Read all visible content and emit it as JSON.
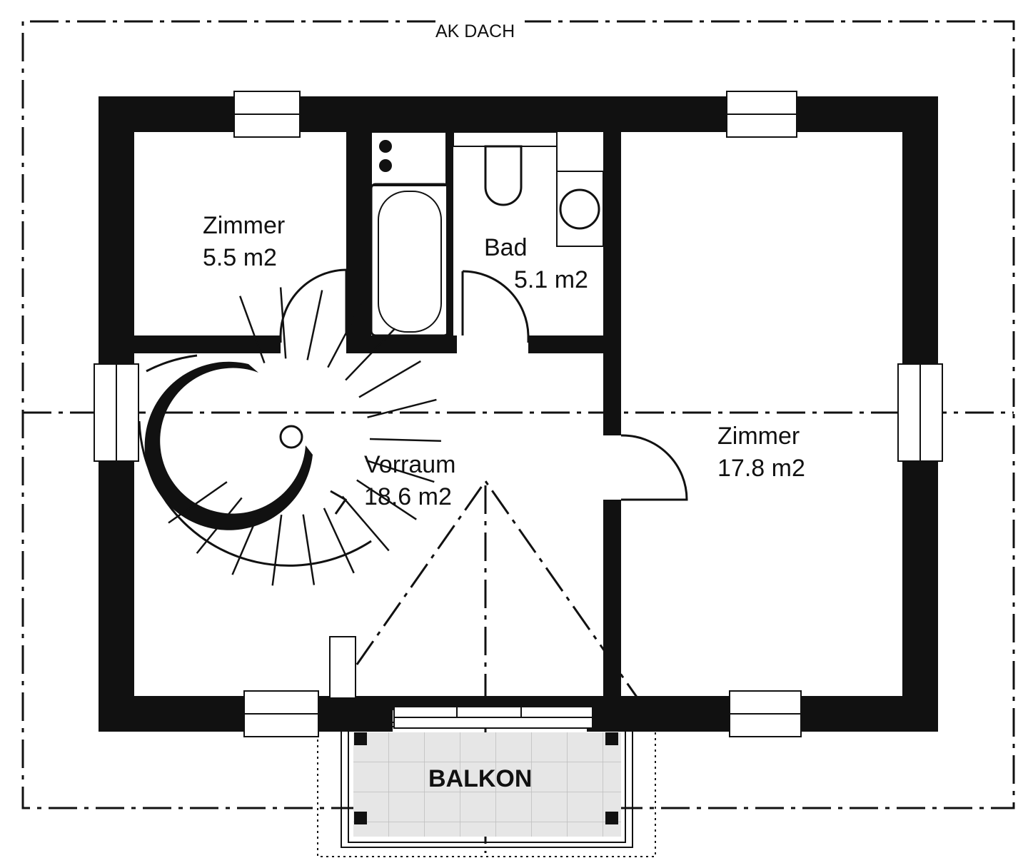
{
  "labels": {
    "roof": "AK DACH",
    "room_small_name": "Zimmer",
    "room_small_area": "5.5 m2",
    "bath_name": "Bad",
    "bath_area": "5.1 m2",
    "hall_name": "Vorraum",
    "hall_area": "18.6 m2",
    "room_large_name": "Zimmer",
    "room_large_area": "17.8 m2",
    "balcony": "BALKON"
  },
  "colors": {
    "wall": "#111111",
    "line": "#111111",
    "background": "#ffffff",
    "balcony_floor": "#e6e6e6"
  }
}
